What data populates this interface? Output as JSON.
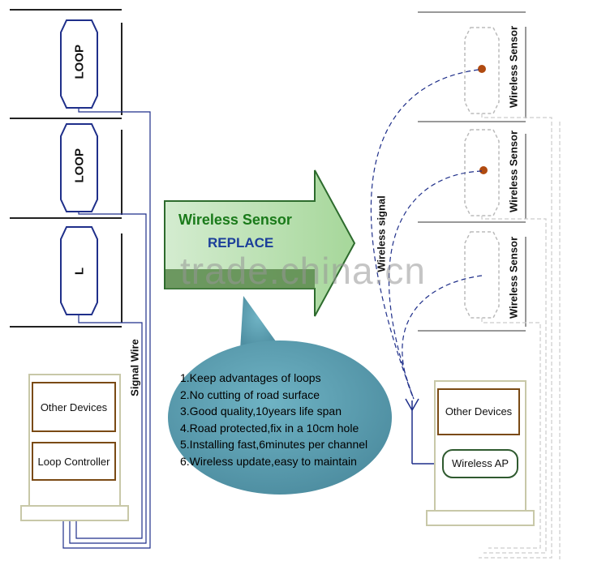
{
  "left": {
    "loops": [
      "LOOP",
      "LOOP",
      "L"
    ],
    "signal_wire": "Signal Wire",
    "other_devices": "Other Devices",
    "loop_controller": "Loop Controller"
  },
  "arrow": {
    "title": "Wireless Sensor",
    "subtitle": "REPLACE"
  },
  "watermark": "trade.china.cn",
  "right": {
    "sensors": [
      "Wireless Sensor",
      "Wireless Sensor",
      "Wireless Sensor"
    ],
    "signal_label": "Wireless signal",
    "other_devices": "Other Devices",
    "ap": "Wireless AP"
  },
  "benefits": [
    "1.Keep advantages of loops",
    "2.No cutting of road surface",
    "3.Good quality,10years life span",
    "4.Road protected,fix in a 10cm hole",
    "5.Installing fast,6minutes per channel",
    "6.Wireless update,easy to maintain"
  ],
  "colors": {
    "arrow_fill": "#b9e0b0",
    "arrow_band": "#5a8a4c",
    "bubble_fill": "#5ea0b2",
    "cabinet_border": "#c8c8a8",
    "box_border": "#7a4a14",
    "wire": "#1f2f8a",
    "sensor_dot": "#b04a10"
  }
}
